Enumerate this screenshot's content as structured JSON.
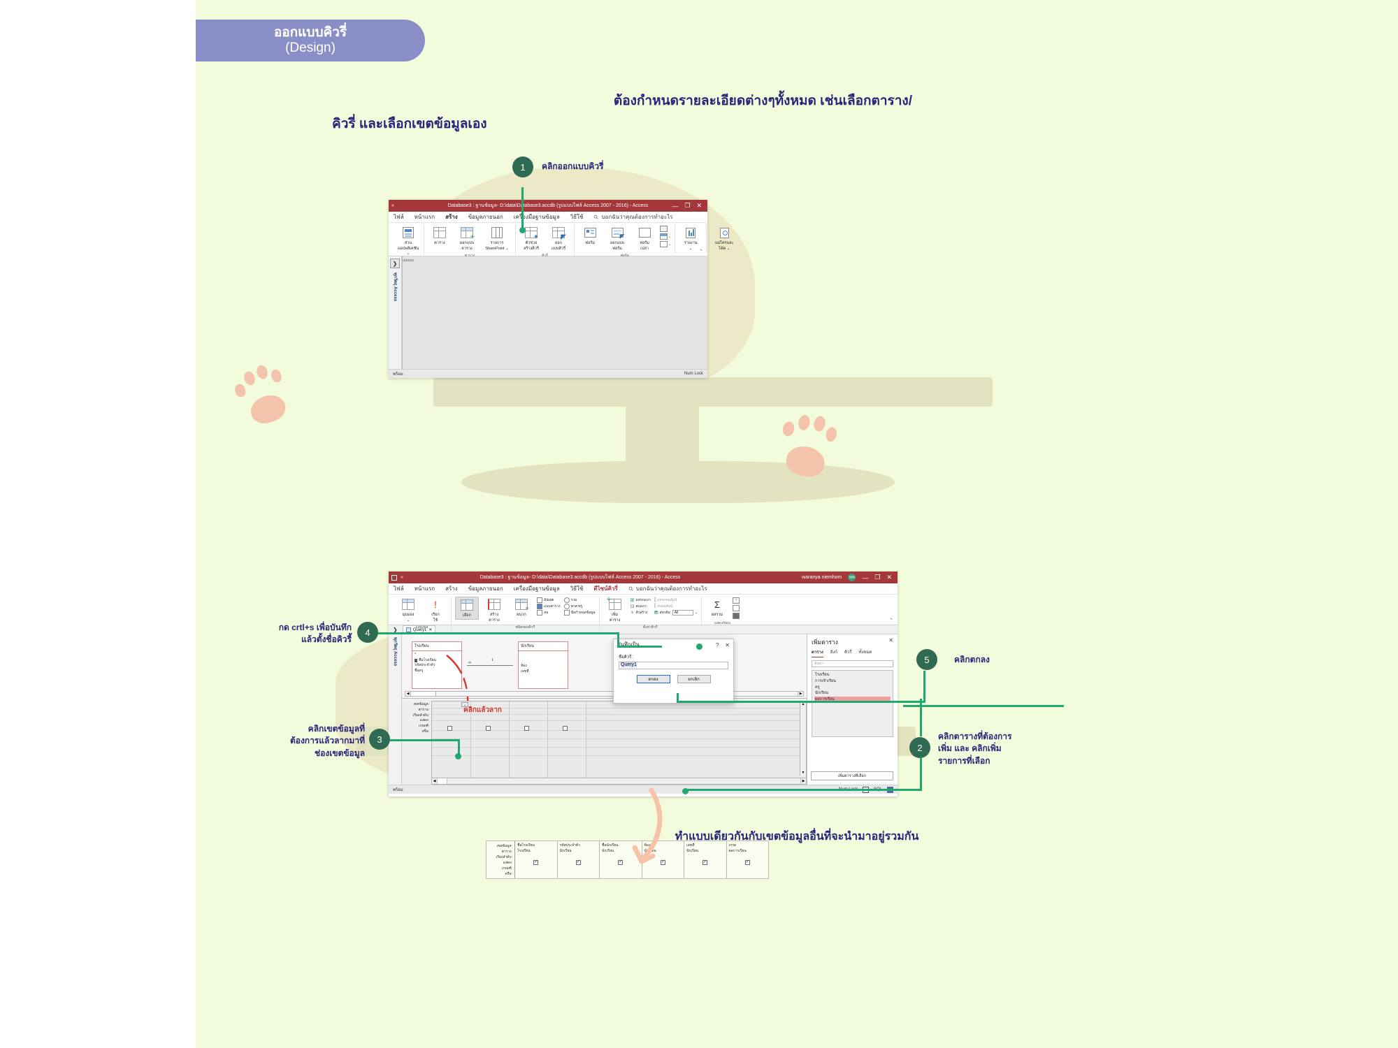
{
  "page": {
    "header_pill": {
      "line1": "ออกแบบคิวรี่",
      "line2": "(Design)"
    },
    "intro_line1": "ต้องกำหนดรายละเอียดต่างๆทั้งหมด เช่นเลือกตาราง/",
    "intro_line2": "คิวรี่ และเลือกเขตข้อมูลเอง",
    "footer_note": "ทำแบบเดียวกันกับเขตข้อมูลอื่นที่จะนำมาอยู่รวมกัน",
    "accent_green": "#1fa971",
    "badge_green": "#2f6b52",
    "text_navy": "#27257a",
    "pill_purple": "#8a8ec6",
    "access_red": "#a4373a",
    "background": "#f2fbdb"
  },
  "callouts": [
    {
      "number": "1",
      "text": "คลิกออกแบบคิวรี่"
    },
    {
      "number": "2",
      "text": "คลิกตารางที่ต้องการ\nเพิ่ม และ คลิกเพิ่ม\nรายการที่เลือก"
    },
    {
      "number": "3",
      "text": "คลิกเขตข้อมูลที่\nต้องการแล้วลากมาที่\nช่องเขตข้อมูล"
    },
    {
      "number": "4",
      "text": "กด crtl+s เพื่อบันทึก\nแล้วตั้งชื่อคิวรี้"
    },
    {
      "number": "5",
      "text": "คลิกตกลง"
    }
  ],
  "callout_labels": {
    "c1_line1": "คลิกออกแบบคิวรี่",
    "c2_line1": "คลิกตารางที่ต้องการ",
    "c2_line2": "เพิ่ม และ คลิกเพิ่ม",
    "c2_line3": "รายการที่เลือก",
    "c3_line1": "คลิกเขตข้อมูลที่",
    "c3_line2": "ต้องการแล้วลากมาที่",
    "c3_line3": "ช่องเขตข้อมูล",
    "c4_line1": "กด crtl+s เพื่อบันทึก",
    "c4_line2": "แล้วตั้งชื่อคิวรี้",
    "c5_line1": "คลิกตกลง",
    "drag_note": "คลิกแล้วลาก"
  },
  "window1": {
    "title": "Database3 : ฐานข้อมูล- D:\\data\\Database3.accdb (รูปแบบไฟล์ Access 2007 - 2016)  -  Access",
    "chevron": "»",
    "win_buttons": {
      "minimize": "—",
      "maximize": "❐",
      "close": "✕"
    },
    "menu": [
      {
        "label": "ไฟล์",
        "active": false
      },
      {
        "label": "หน้าแรก",
        "active": false
      },
      {
        "label": "สร้าง",
        "active": true
      },
      {
        "label": "ข้อมูลภายนอก",
        "active": false
      },
      {
        "label": "เครื่องมือฐานข้อมูล",
        "active": false
      },
      {
        "label": "วิธีใช้",
        "active": false
      }
    ],
    "tellme": "บอกฉันว่าคุณต้องการทำอะไร",
    "ribbon_groups": [
      {
        "name": "แม่แบบ",
        "buttons": [
          {
            "cap1": "ส่วน",
            "cap2": "แอปพลิเคชัน ⌄",
            "icon": "app-parts-icon"
          }
        ]
      },
      {
        "name": "ตาราง",
        "buttons": [
          {
            "cap1": "ตาราง",
            "cap2": "",
            "icon": "table-icon"
          },
          {
            "cap1": "ออกแบบ",
            "cap2": "ตาราง",
            "icon": "table-design-icon"
          },
          {
            "cap1": "รายการ",
            "cap2": "SharePoint ⌄",
            "icon": "sharepoint-list-icon"
          }
        ]
      },
      {
        "name": "คิวรี่",
        "buttons": [
          {
            "cap1": "ตัวช่วย",
            "cap2": "สร้างคิวรี่",
            "icon": "query-wizard-icon"
          },
          {
            "cap1": "ออก",
            "cap2": "แบบคิวรี่",
            "icon": "query-design-icon"
          }
        ]
      },
      {
        "name": "ฟอร์ม",
        "buttons": [
          {
            "cap1": "ฟอร์ม",
            "cap2": "",
            "icon": "form-icon"
          },
          {
            "cap1": "ออกแบบ",
            "cap2": "ฟอร์ม",
            "icon": "form-design-icon"
          },
          {
            "cap1": "ฟอร์ม",
            "cap2": "เปล่า",
            "icon": "blank-form-icon"
          },
          {
            "cap1": "",
            "cap2": "",
            "icon": "more-forms-icon"
          }
        ]
      },
      {
        "name": "",
        "buttons": [
          {
            "cap1": "รายงาน",
            "cap2": "⌄",
            "icon": "report-icon"
          }
        ]
      },
      {
        "name": "",
        "buttons": [
          {
            "cap1": "แม่โครและ",
            "cap2": "โค้ด ⌄",
            "icon": "macro-code-icon"
          }
        ]
      }
    ],
    "navpane_label": "ทุกวัตถุ Access",
    "navpane_chevron": "❯",
    "status_left": "พร้อม",
    "status_right": "Num Lock"
  },
  "window2": {
    "title": "Database3 : ฐานข้อมูล- D:\\data\\Database3.accdb (รูปแบบไฟล์ Access 2007 - 2016)  -  Access",
    "user": "waranya niemhom",
    "user_initials": "WN",
    "save_icon": "save-icon",
    "chevron": "»",
    "win_buttons": {
      "minimize": "—",
      "maximize": "❐",
      "close": "✕"
    },
    "menu": [
      {
        "label": "ไฟล์",
        "active": false
      },
      {
        "label": "หน้าแรก",
        "active": false
      },
      {
        "label": "สร้าง",
        "active": false
      },
      {
        "label": "ข้อมูลภายนอก",
        "active": false
      },
      {
        "label": "เครื่องมือฐานข้อมูล",
        "active": false
      },
      {
        "label": "วิธีใช้",
        "active": false
      },
      {
        "label": "ดีไซน์คิวรี่",
        "active": true
      }
    ],
    "tellme": "บอกฉันว่าคุณต้องการทำอะไร",
    "ribbon_groups": [
      {
        "name": "แสดงผล",
        "buttons": [
          {
            "cap1": "มุมมอง",
            "cap2": "⌄",
            "icon": "view-icon"
          },
          {
            "cap1": "เรียก",
            "cap2": "ใช้",
            "icon": "run-icon"
          }
        ]
      },
      {
        "name": "ชนิดของคิวรี่",
        "buttons": [
          {
            "cap1": "เลือก",
            "cap2": "",
            "icon": "select-query-icon"
          },
          {
            "cap1": "สร้าง",
            "cap2": "ตาราง",
            "icon": "make-table-icon"
          },
          {
            "cap1": "ผนวก",
            "cap2": "",
            "icon": "append-icon"
          }
        ],
        "mini": [
          "อัปเดต",
          "แบบตาราง",
          "ลบ",
          "รวม",
          "พาส-ทรู",
          "ข้อกำหนดข้อมูล"
        ]
      },
      {
        "name": "ตั้งค่าคิวรี่",
        "buttons": [
          {
            "cap1": "เพิ่ม",
            "cap2": "ตาราง",
            "icon": "add-table-icon"
          }
        ],
        "mini": [
          "แทรกแถว",
          "ลบแถว",
          "ตัวสร้าง",
          "แทรกคอลัมน์",
          "ลบคอลัมน์",
          "ส่งกลับ:"
        ],
        "returns_value": "All"
      },
      {
        "name": "แสดง/ซ่อน",
        "buttons": [
          {
            "cap1": "ผลรวม",
            "cap2": "",
            "icon": "sum-icon"
          }
        ]
      }
    ],
    "tab_label": "Query1",
    "tab_close": "✕",
    "navpane_label": "ทุกวัตถุ Access",
    "navpane_chevron": "❯",
    "status_left": "พร้อม",
    "status_right_numlock": "Num Lock",
    "status_sql": "SQL",
    "design_table": {
      "header": "โรงเรียน",
      "fields": [
        "*",
        "ชื่อโรงเรียน",
        "รหัสประจำตัว",
        "ชื่อครู"
      ]
    },
    "design_table2": {
      "header": "นักเรียน",
      "fields": [
        "ห้อง",
        "เลขที่"
      ]
    },
    "join_labels": {
      "many": "∞",
      "one": "1"
    },
    "grid_row_labels": [
      "เขตข้อมูล:",
      "ตาราง:",
      "เรียงลำดับ:",
      "แสดง:",
      "เกณฑ์:",
      "หรือ:"
    ]
  },
  "saveas_dialog": {
    "title": "บันทึกเป็น",
    "help": "?",
    "close": "✕",
    "field_label": "ชื่อคิวรี่:",
    "field_value": "Query1",
    "ok": "ตกลง",
    "cancel": "ยกเลิก"
  },
  "addtable_panel": {
    "title": "เพิ่มตาราง",
    "close": "✕",
    "tabs": [
      {
        "label": "ตาราง",
        "selected": true
      },
      {
        "label": "ลิงก์",
        "selected": false
      },
      {
        "label": "คิวรี่",
        "selected": false
      },
      {
        "label": "ทั้งหมด",
        "selected": false
      }
    ],
    "search_placeholder": "ค้นหา",
    "items": [
      {
        "label": "โรงเรียน",
        "selected": false
      },
      {
        "label": "การเข้าเรียน",
        "selected": false
      },
      {
        "label": "ครู",
        "selected": false
      },
      {
        "label": "นักเรียน",
        "selected": false
      },
      {
        "label": "ผลการเรียน",
        "selected": true
      }
    ],
    "add_button": "เพิ่มตารางที่เลือก"
  },
  "result_grid": {
    "row_labels": [
      "เขตข้อมูล:",
      "ตาราง:",
      "เรียงลำดับ:",
      "แสดง:",
      "เกณฑ์:",
      "หรือ:"
    ],
    "columns": [
      {
        "field": "ชื่อโรงเรียน",
        "table": "โรงเรียน",
        "sort": "",
        "show": "✓"
      },
      {
        "field": "รหัสประจำตัว",
        "table": "นักเรียน",
        "sort": "",
        "show": "✓"
      },
      {
        "field": "ชื่อนักเรียน",
        "table": "นักเรียน",
        "sort": "",
        "show": "✓"
      },
      {
        "field": "ห้อง",
        "table": "นักเรียน",
        "sort": "",
        "show": "✓"
      },
      {
        "field": "เลขที่",
        "table": "นักเรียน",
        "sort": "",
        "show": "✓"
      },
      {
        "field": "เกรด",
        "table": "ผลการเรียน",
        "sort": "",
        "show": "✓"
      }
    ]
  }
}
